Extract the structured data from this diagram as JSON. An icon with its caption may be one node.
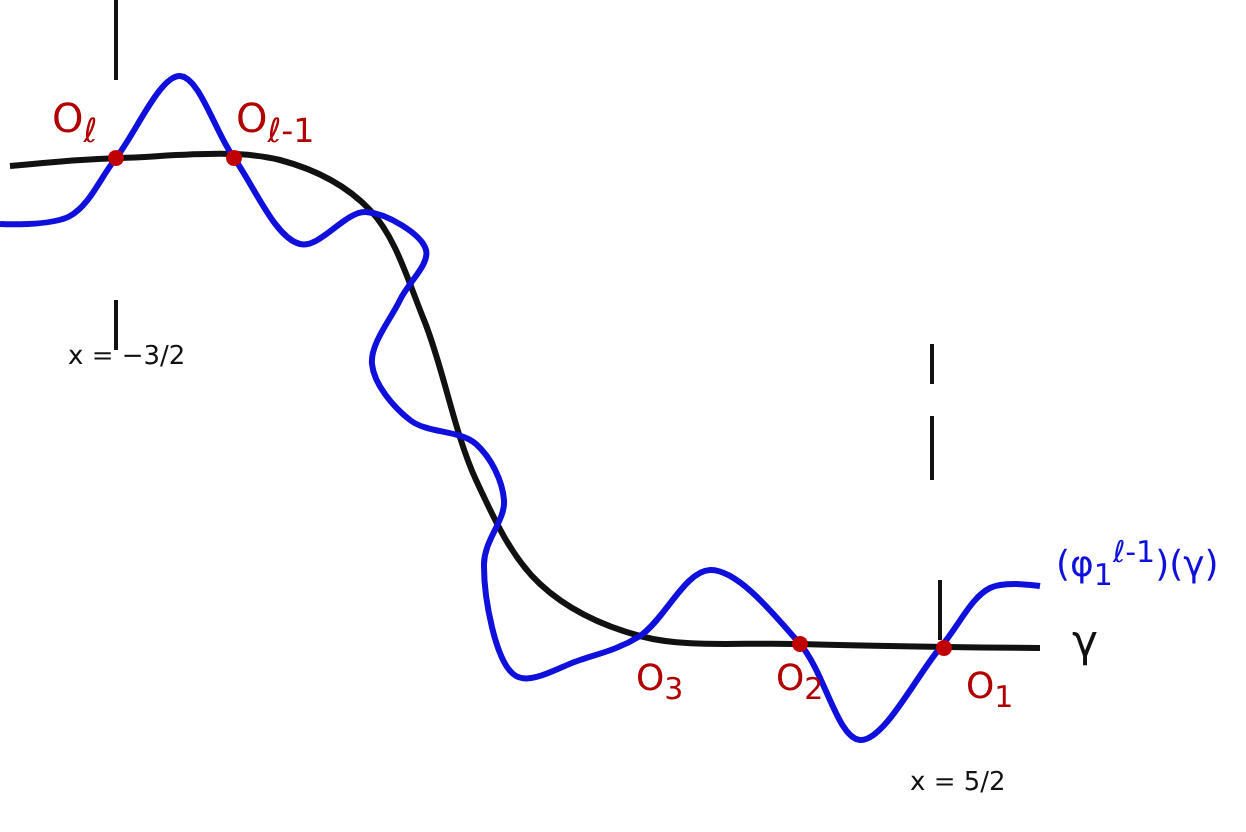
{
  "diagram": {
    "labels": [
      "O$_{ℓ}$",
      "O$_{ℓ-1}$",
      "x = −3/2",
      "(φ$_{1}$$^{ℓ-1}$)(γ)",
      "γ",
      "O$_{3}$",
      "O$_{2}$",
      "O$_{1}$",
      "x = 5/2"
    ]
  }
}
